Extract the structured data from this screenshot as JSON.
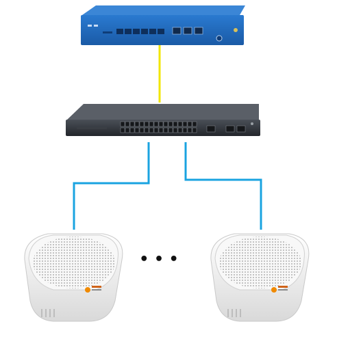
{
  "diagram": {
    "nodes": [
      {
        "id": "gateway",
        "icon": "network-gateway-appliance-icon"
      },
      {
        "id": "switch",
        "icon": "ethernet-switch-icon"
      },
      {
        "id": "ap_left",
        "icon": "wireless-access-point-icon"
      },
      {
        "id": "ap_right",
        "icon": "wireless-access-point-icon"
      }
    ],
    "links": [
      {
        "from": "gateway",
        "to": "switch",
        "color": "#f2e600"
      },
      {
        "from": "switch",
        "to": "ap_left",
        "color": "#1aa3e0"
      },
      {
        "from": "switch",
        "to": "ap_right",
        "color": "#1aa3e0"
      }
    ],
    "ellipsis": "• • •",
    "colors": {
      "gateway_body": "#1f64b4",
      "switch_body": "#2e3238",
      "ap_body": "#f1f1f1",
      "ap_badge": "#f08a00"
    }
  }
}
